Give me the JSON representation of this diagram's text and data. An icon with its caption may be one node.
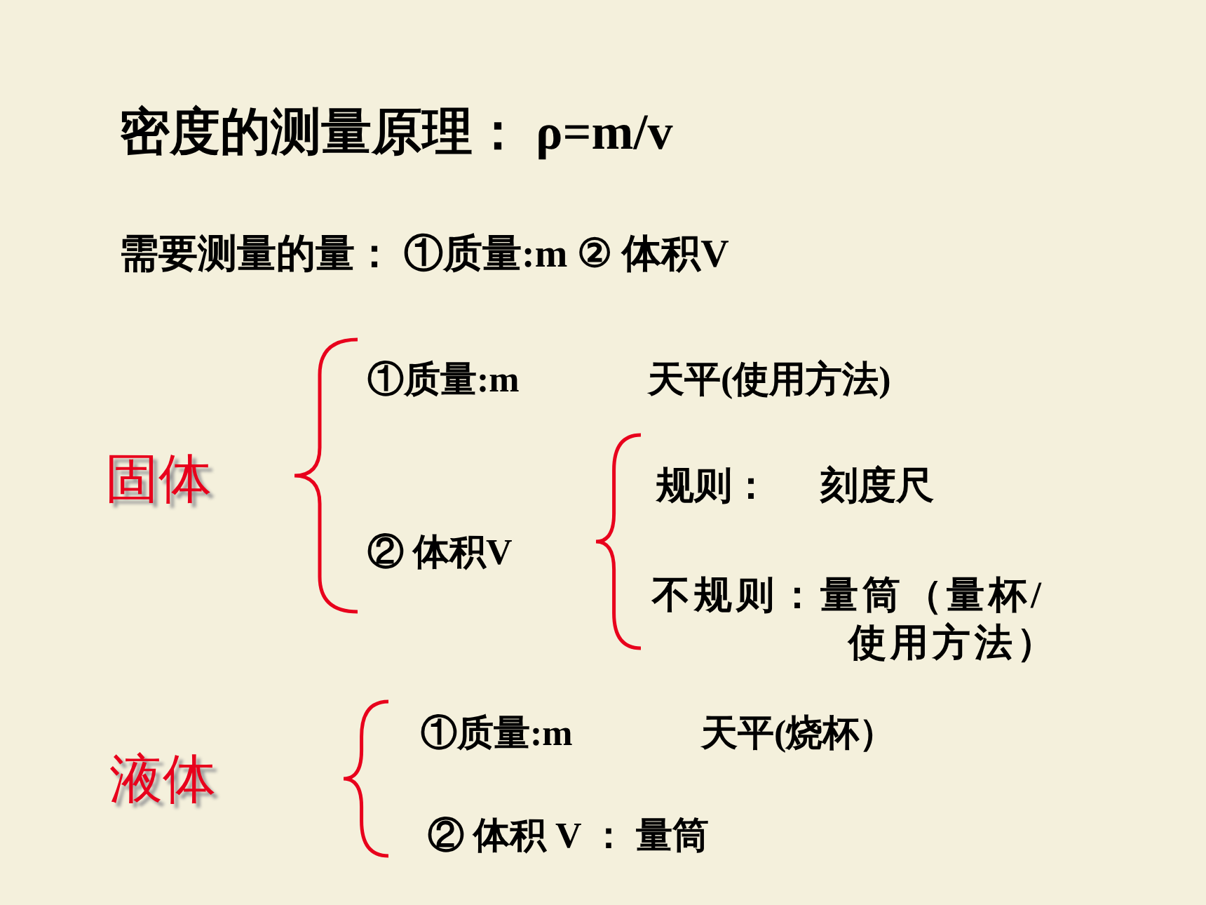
{
  "diagram": {
    "title": "密度的测量原理： ρ=m/v",
    "labels": [
      "需要测量的量： ①质量:m ② 体积V",
      "①质量:m",
      "天平(使用方法)",
      "固体",
      "规则：",
      "刻度尺",
      "② 体积V",
      "不规则：量筒（量杯/使用方法）",
      "①质量:m",
      "天平(烧杯）",
      "液体",
      "② 体积 V ： 量筒"
    ]
  }
}
